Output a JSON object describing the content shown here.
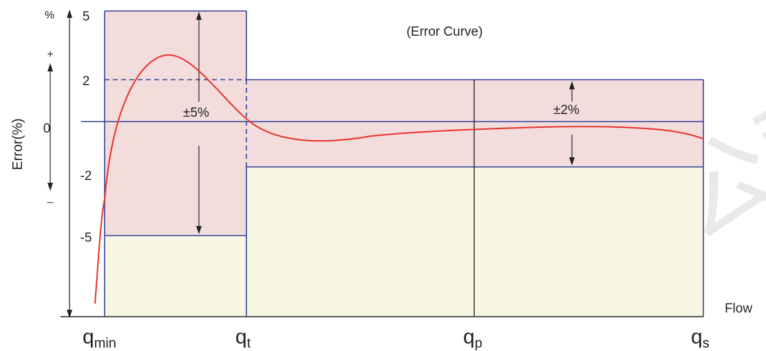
{
  "title": "(Error Curve)",
  "y_axis": {
    "label": "Error(%)",
    "unit_symbol": "%",
    "plus_sign": "+",
    "minus_sign": "–",
    "ticks": [
      "5",
      "2",
      "0",
      "-2",
      "-5"
    ]
  },
  "x_axis": {
    "label": "Flow",
    "points": [
      {
        "base": "q",
        "sub": "min"
      },
      {
        "base": "q",
        "sub": "t"
      },
      {
        "base": "q",
        "sub": "p"
      },
      {
        "base": "q",
        "sub": "s"
      }
    ]
  },
  "zones": [
    {
      "label": "±5%",
      "limit_pct": 5
    },
    {
      "label": "±2%",
      "limit_pct": 2
    }
  ],
  "colors": {
    "error_band": "#f3dcdc",
    "acceptable_area": "#f7f7e3",
    "boundary": "#2f3f99",
    "curve": "#e8302a",
    "axis": "#222222",
    "watermark": "#cfcfcf"
  },
  "watermark_text": "限公司"
}
